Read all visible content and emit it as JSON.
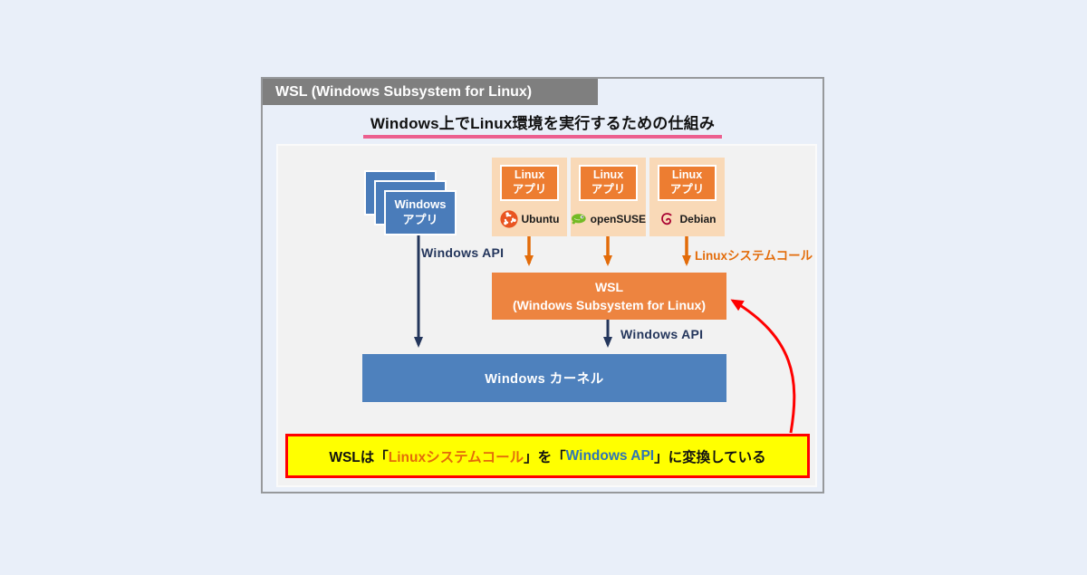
{
  "header": {
    "title": "WSL (Windows Subsystem for Linux)",
    "subtitle": "Windows上でLinux環境を実行するための仕組み"
  },
  "diagram": {
    "windows_app_label": "Windows\nアプリ",
    "linux_app_cards": [
      {
        "app_label": "Linux\nアプリ",
        "distro": "Ubuntu",
        "icon": "ubuntu-logo"
      },
      {
        "app_label": "Linux\nアプリ",
        "distro": "openSUSE",
        "icon": "opensuse-logo"
      },
      {
        "app_label": "Linux\nアプリ",
        "distro": "Debian",
        "icon": "debian-logo"
      }
    ],
    "labels": {
      "windows_api_left": "Windows API",
      "linux_syscall": "Linuxシステムコール",
      "windows_api_right": "Windows API"
    },
    "wsl_box": {
      "line1": "WSL",
      "line2": "(Windows Subsystem for Linux)"
    },
    "kernel_label": "Windows カーネル"
  },
  "note": {
    "part1": "WSLは「",
    "highlight_syscall": "Linuxシステムコール",
    "part2": "」を「",
    "highlight_api": "Windows API",
    "part3": "」に変換している"
  },
  "colors": {
    "accent_orange": "#ed7d31",
    "accent_blue": "#4e81bd",
    "navy": "#24365c",
    "orange_text": "#e36c0a",
    "note_yellow": "#ffff00",
    "note_border_red": "#ff0000",
    "underline_pink": "#ec5f8f",
    "title_bar_gray": "#7f7f7f"
  }
}
